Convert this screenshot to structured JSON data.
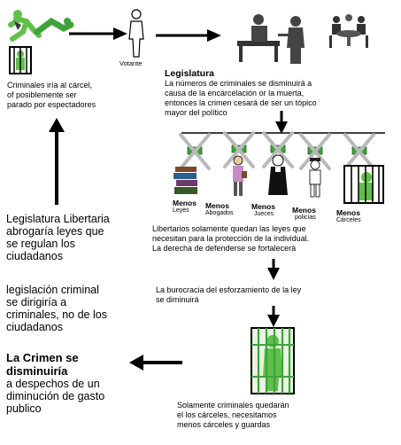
{
  "top": {
    "votante_label": "Votante",
    "criminals_text": "Criminales iría al cárcel,\nof posiblemente ser\nparado por espectadores",
    "legislature_title": "Legislatura",
    "legislature_text": "La números de criminales se disminuirá a\ncausa de la encarcelación or la muerta,\nentonces la crimen cesará de ser un tópico\nmayor del político"
  },
  "groups": [
    {
      "label": "Menos",
      "sub": "Leyes"
    },
    {
      "label": "Menos",
      "sub": "Abogados"
    },
    {
      "label": "Menos",
      "sub": "Jueces"
    },
    {
      "label": "Menos",
      "sub": "policías"
    },
    {
      "label": "Menos",
      "sub": "Cárceles"
    }
  ],
  "middle": {
    "libertarians_text": "Libertarios solamente quedan las leyes que\nnecesitan para la protección de la individual.\nLa derecha de defenderse se fortalecerá",
    "bureaucracy_text": "La burocracia del esforzamiento de la ley\nse diminuirá",
    "bottom_text": "Solamente criminales quedarán\nel los cárceles, necesitamos\nmenos cárceles y guardas"
  },
  "left": {
    "legislature_text": "Legislatura Libertaria\nabrogaría leyes que\nse regulan los\nciudadanos",
    "criminal_text": "legislación criminal\nse dirigiría a\ncriminales, no de los\nciudadanos",
    "crime_title": "La Crimen se\ndisminuiría",
    "crime_text": " a despechos de un\ndiminución de gasto\npublico"
  },
  "colors": {
    "green": "#5fbf4a",
    "dark": "#000000",
    "cross": "#b9b9b9"
  }
}
